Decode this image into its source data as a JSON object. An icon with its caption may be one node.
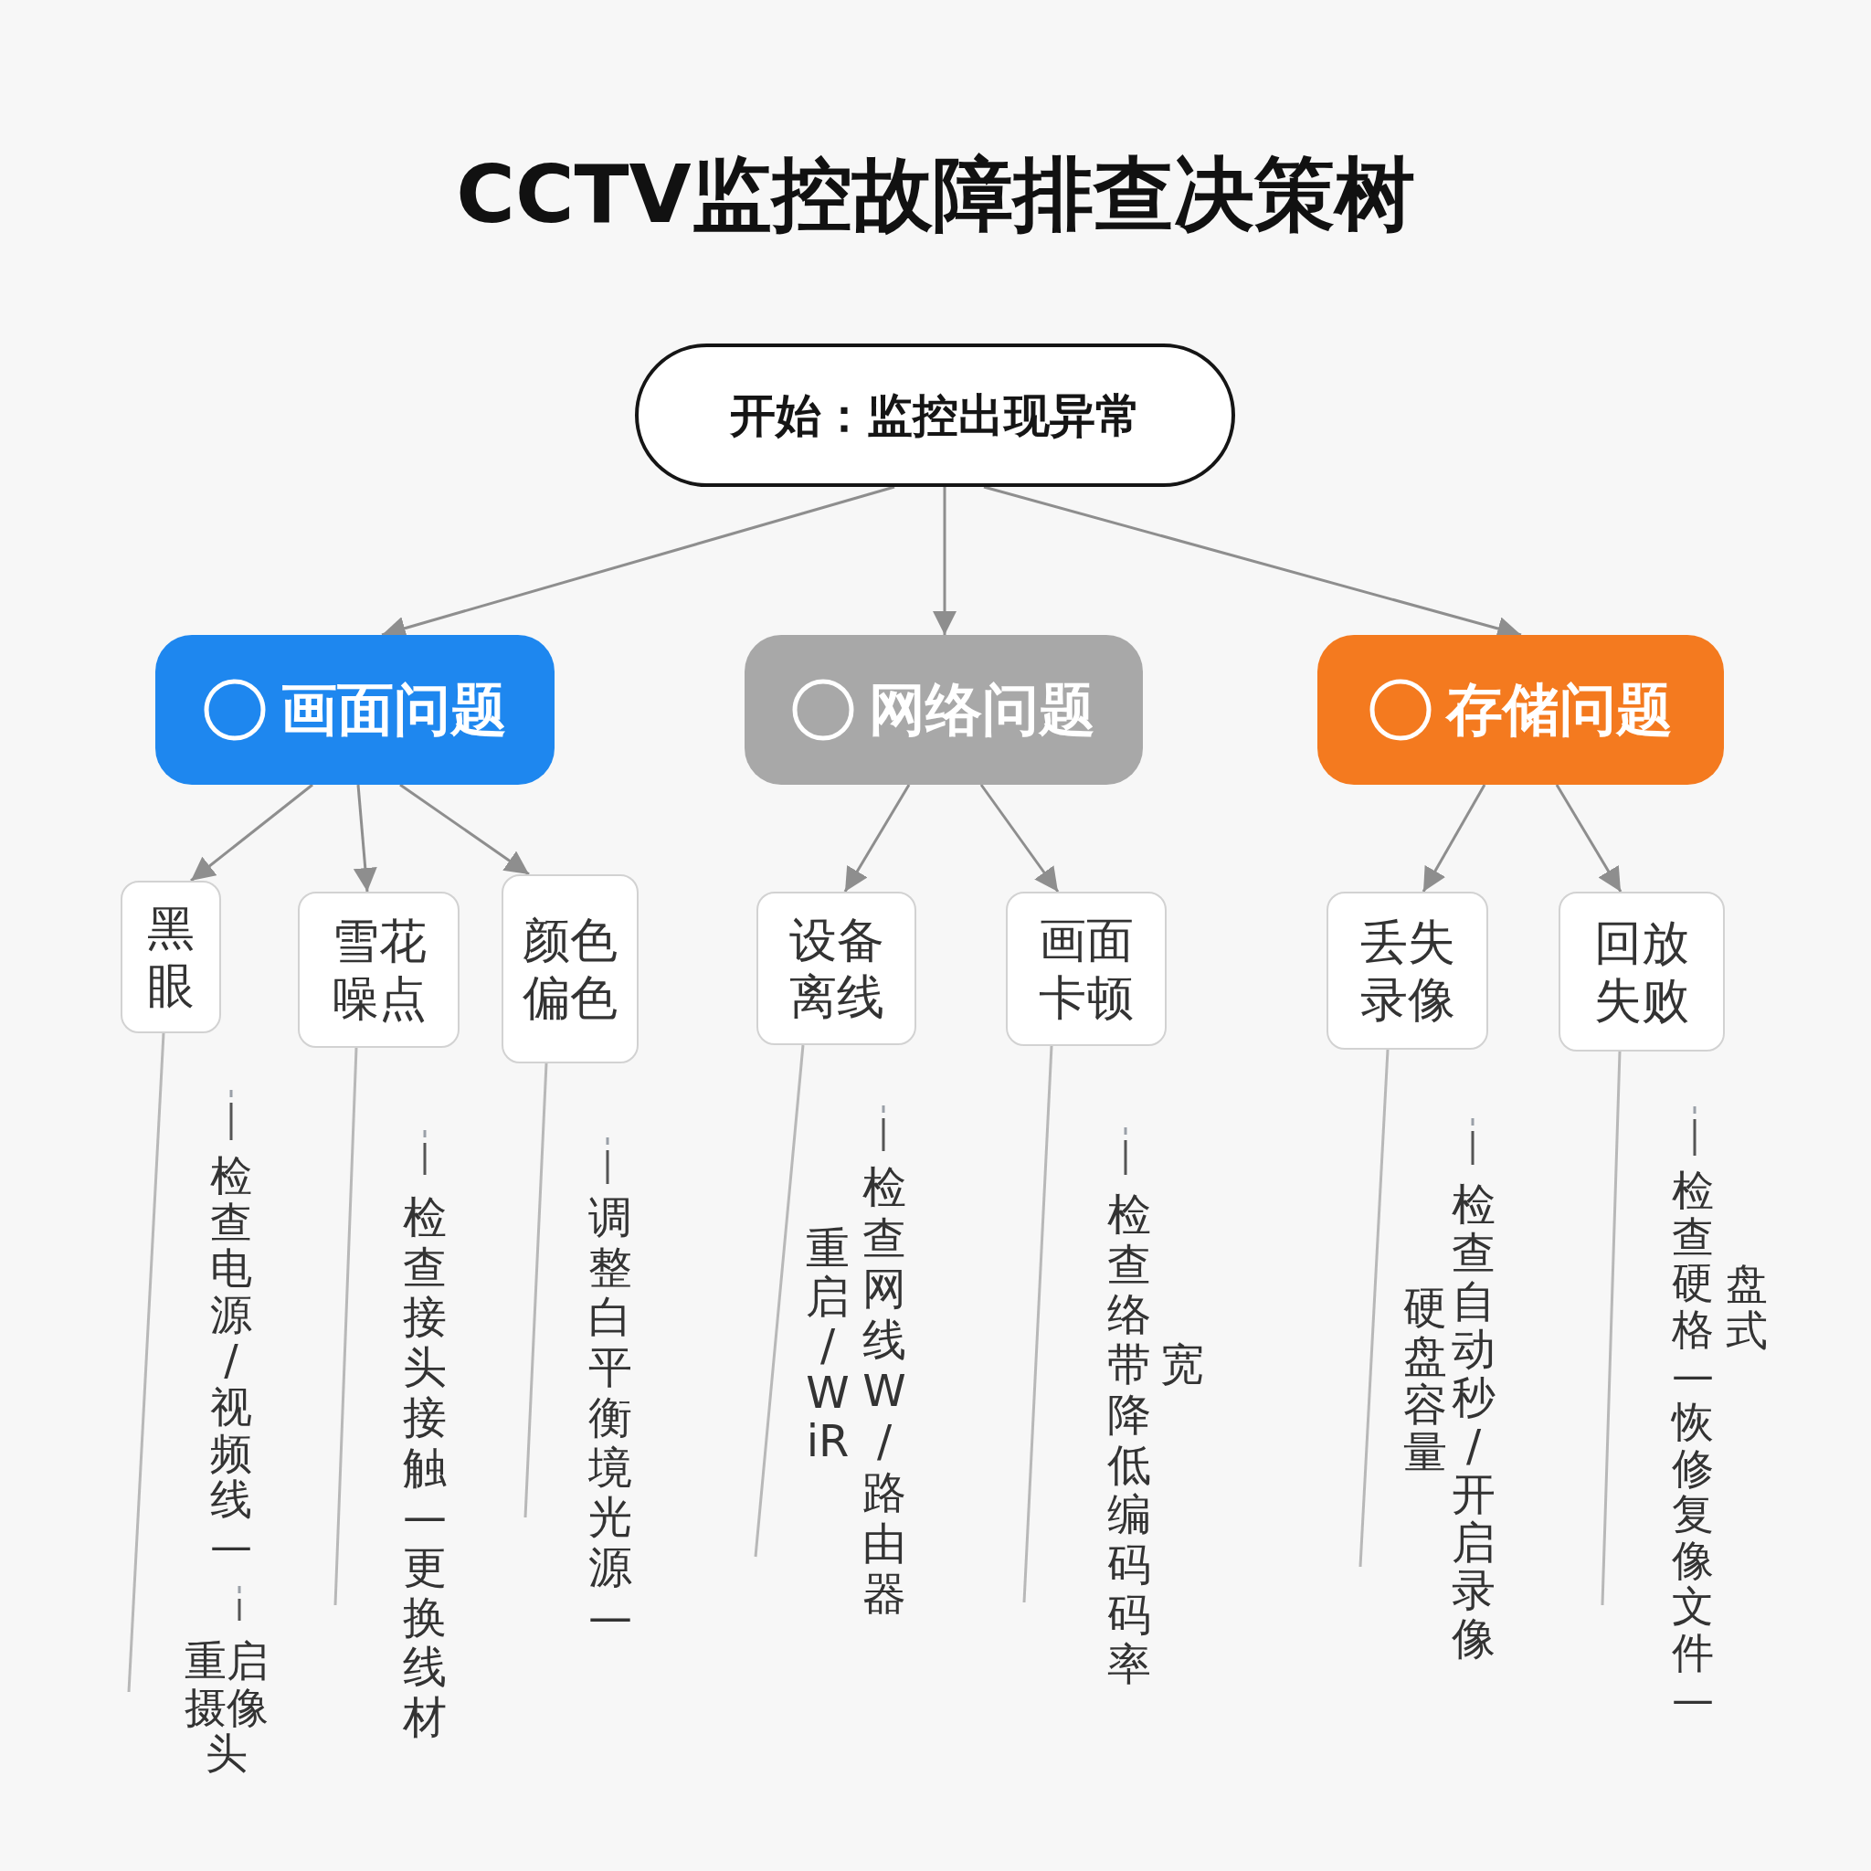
{
  "diagram": {
    "title": "CCTV监控故障排查决策树",
    "nodes": [
      {
        "text": [
          "开始：监控出现异常"
        ]
      },
      {
        "text": [
          "画面问题"
        ]
      },
      {
        "text": [
          "网络问题"
        ]
      },
      {
        "text": [
          "存储问题"
        ]
      },
      {
        "text": [
          "黑眼"
        ]
      },
      {
        "text": [
          "雪花噪点"
        ]
      },
      {
        "text": [
          "颜色偏色"
        ]
      },
      {
        "text": [
          "设备离线"
        ]
      },
      {
        "text": [
          "画面卡顿"
        ]
      },
      {
        "text": [
          "丢失录像"
        ]
      },
      {
        "text": [
          "回放失败"
        ]
      }
    ],
    "edges": [
      {
        "from": 0,
        "to": 1,
        "arrow": "to"
      },
      {
        "from": 0,
        "to": 2,
        "arrow": "to"
      },
      {
        "from": 0,
        "to": 3,
        "arrow": "to"
      },
      {
        "from": 1,
        "to": 4,
        "arrow": "to"
      },
      {
        "from": 1,
        "to": 5,
        "arrow": "to"
      },
      {
        "from": 1,
        "to": 6,
        "arrow": "to"
      },
      {
        "from": 2,
        "to": 7,
        "arrow": "to"
      },
      {
        "from": 2,
        "to": 8,
        "arrow": "to"
      },
      {
        "from": 3,
        "to": 9,
        "arrow": "to"
      },
      {
        "from": 3,
        "to": 10,
        "arrow": "to"
      },
      {
        "from": 4,
        "to": null,
        "arrow": "none",
        "color": "#b8b8b8"
      },
      {
        "from": 5,
        "to": null,
        "arrow": "none",
        "color": "#b8b8b8"
      },
      {
        "from": 6,
        "to": null,
        "arrow": "none",
        "color": "#b8b8b8"
      },
      {
        "from": 7,
        "to": null,
        "arrow": "none",
        "color": "#b8b8b8"
      },
      {
        "from": 8,
        "to": null,
        "arrow": "none",
        "color": "#b8b8b8"
      },
      {
        "from": 9,
        "to": null,
        "arrow": "none",
        "color": "#b8b8b8"
      },
      {
        "from": 10,
        "to": null,
        "arrow": "none",
        "color": "#b8b8b8"
      }
    ],
    "labels": [
      "检查电源/视频线—",
      "重启摄像头",
      "检查接头接触—更换线材",
      "调整白平衡境光源—",
      "检查网线W/路由器",
      "重启/WiR",
      "检查络带降低编码码率",
      "宽",
      "检查自动秒/开启录像",
      "硬盘容量",
      "检查硬格—恢修复像文件—",
      "盘式"
    ]
  }
}
